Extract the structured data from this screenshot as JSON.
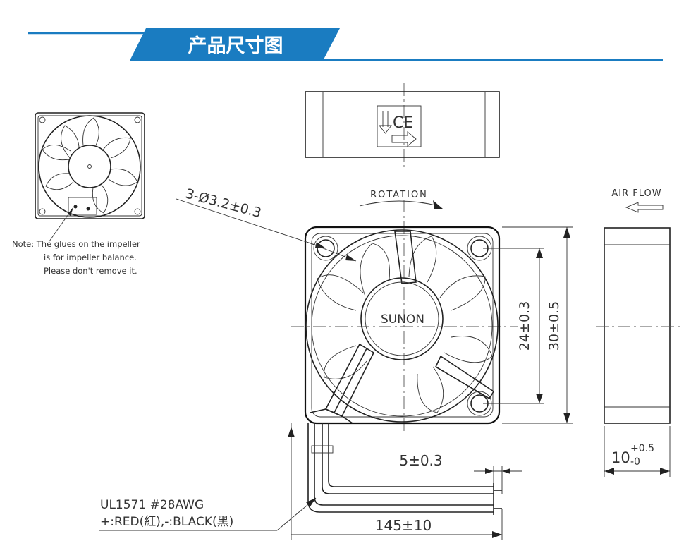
{
  "header": {
    "title": "产品尺寸图",
    "accent_color": "#1a7cc1"
  },
  "note": {
    "line1": "Note:  The glues on the impeller",
    "line2": "is for impeller balance.",
    "line3": "Please don't remove it."
  },
  "labels": {
    "holes": "3-Ø3.2±0.3",
    "rotation": "ROTATION",
    "air_flow": "AIR FLOW",
    "brand": "SUNON",
    "wire_spec": "UL1571  #28AWG",
    "wire_colors": "+:RED(紅),-:BLACK(黑)"
  },
  "dimensions": {
    "mount_span": "24±0.3",
    "fan_size": "30±0.5",
    "wire_strip": "5±0.3",
    "wire_length": "145±10",
    "thickness_base": "10",
    "thickness_upper_tol": "+0.5",
    "thickness_lower_tol": "-0"
  },
  "icons": [
    "ul-mark-icon",
    "ce-mark-icon",
    "airflow-direction-arrow-icon",
    "rotation-arrow-icon"
  ]
}
